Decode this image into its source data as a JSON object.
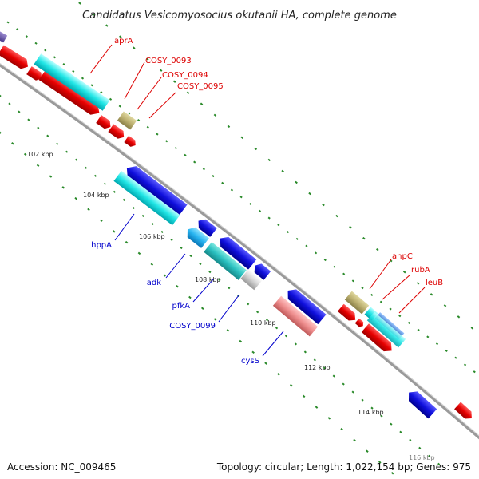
{
  "title": "Candidatus Vesicomyosocius okutanii HA, complete genome",
  "accession": "Accession: NC_009465",
  "topology": "Topology: circular; Length: 1,022,154 bp; Genes: 975",
  "colors": {
    "forward_label": "#dd0000",
    "reverse_label": "#0000cc",
    "backbone": "#8a8a8a",
    "tick": "#2a8a2a"
  },
  "kbp_ticks": [
    "102 kbp",
    "104 kbp",
    "106 kbp",
    "108 kbp",
    "110 kbp",
    "112 kbp",
    "114 kbp",
    "116 kbp"
  ],
  "gene_labels": {
    "forward": [
      "aprA",
      "COSY_0093",
      "COSY_0094",
      "COSY_0095",
      "ahpC",
      "rubA",
      "leuB"
    ],
    "reverse": [
      "hppA",
      "adk",
      "pfkA",
      "COSY_0099",
      "cysS"
    ]
  }
}
